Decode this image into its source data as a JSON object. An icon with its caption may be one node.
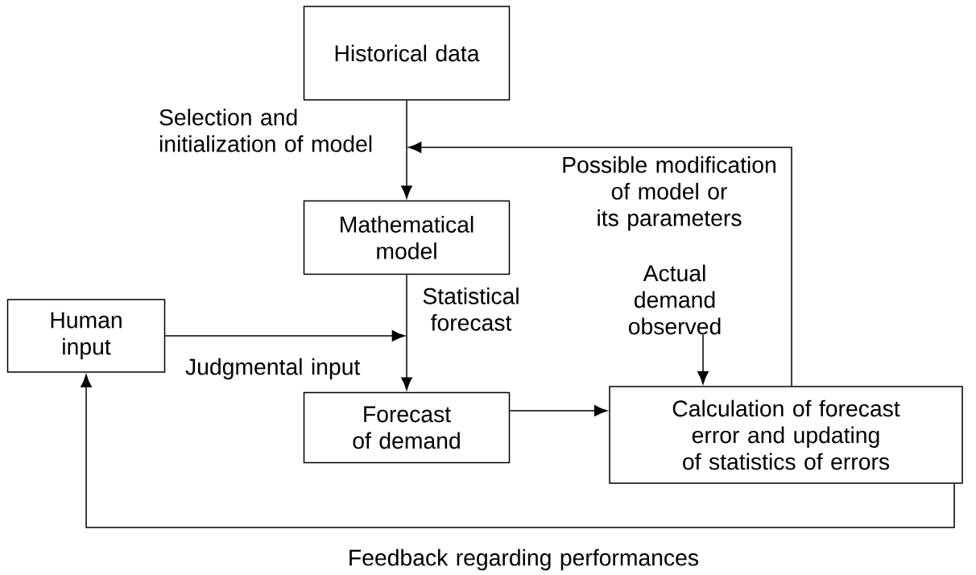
{
  "diagram": {
    "nodes": [
      {
        "text": [
          "Historical data"
        ]
      },
      {
        "text": [
          "Mathematical model"
        ]
      },
      {
        "text": [
          "Human input"
        ]
      },
      {
        "text": [
          "Forecast of demand"
        ]
      },
      {
        "text": [
          "Calculation of forecast error and updating of statistics of errors"
        ]
      },
      {
        "text": [
          "Actual demand observed"
        ]
      }
    ],
    "edges": [
      {
        "from": 0,
        "to": 1,
        "arrow": "to",
        "label": "Selection and initialization of model"
      },
      {
        "from": 1,
        "to": 3,
        "arrow": "to",
        "label": "Statistical forecast"
      },
      {
        "from": 2,
        "to": 3,
        "arrow": "to",
        "label": "Judgmental input"
      },
      {
        "from": 3,
        "to": 4,
        "arrow": "to"
      },
      {
        "from": 4,
        "to": null,
        "arrow": "to",
        "label": "Possible modification of model or its parameters"
      },
      {
        "from": 5,
        "to": 4,
        "arrow": "to"
      },
      {
        "from": 4,
        "to": 2,
        "arrow": "to",
        "label": "Feedback regarding performances"
      }
    ]
  }
}
